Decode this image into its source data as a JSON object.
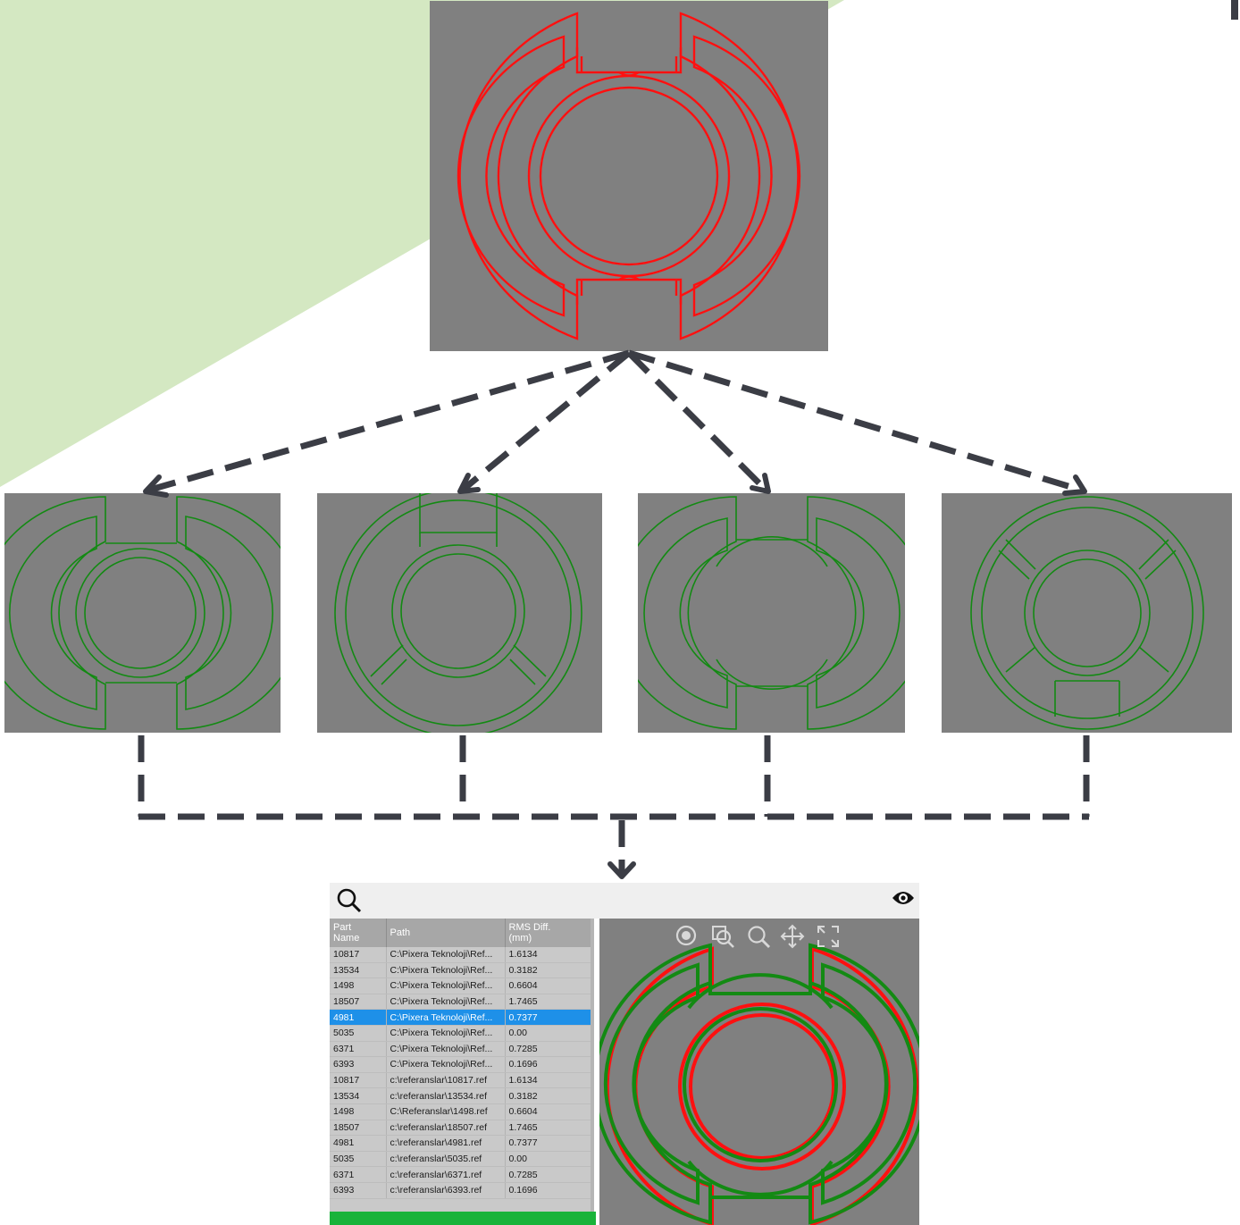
{
  "colors": {
    "background_shape": "#d4e8c2",
    "panel": "#808080",
    "reference_contour": "#ff1010",
    "candidate_contour": "#138a13",
    "arrow": "#3b3d45",
    "selected_row": "#1e90e8",
    "progress": "#19b33a"
  },
  "icons": {
    "toolbar_left": "search-icon",
    "toolbar_right": "eye-icon",
    "viewer_tools": [
      "target-icon",
      "zoom-window-icon",
      "zoom-icon",
      "pan-icon",
      "fit-icon"
    ]
  },
  "results": {
    "columns": [
      "Part\nName",
      "Path",
      "RMS Diff.\n(mm)"
    ],
    "selected_index": 4,
    "rows": [
      {
        "name": "10817",
        "path": "C:\\Pixera Teknoloji\\Ref...",
        "rms": "1.6134"
      },
      {
        "name": "13534",
        "path": "C:\\Pixera Teknoloji\\Ref...",
        "rms": "0.3182"
      },
      {
        "name": "1498",
        "path": "C:\\Pixera Teknoloji\\Ref...",
        "rms": "0.6604"
      },
      {
        "name": "18507",
        "path": "C:\\Pixera Teknoloji\\Ref...",
        "rms": "1.7465"
      },
      {
        "name": "4981",
        "path": "C:\\Pixera Teknoloji\\Ref...",
        "rms": "0.7377"
      },
      {
        "name": "5035",
        "path": "C:\\Pixera Teknoloji\\Ref...",
        "rms": "0.00"
      },
      {
        "name": "6371",
        "path": "C:\\Pixera Teknoloji\\Ref...",
        "rms": "0.7285"
      },
      {
        "name": "6393",
        "path": "C:\\Pixera Teknoloji\\Ref...",
        "rms": "0.1696"
      },
      {
        "name": "10817",
        "path": "c:\\referanslar\\10817.ref",
        "rms": "1.6134"
      },
      {
        "name": "13534",
        "path": "c:\\referanslar\\13534.ref",
        "rms": "0.3182"
      },
      {
        "name": "1498",
        "path": "C:\\Referanslar\\1498.ref",
        "rms": "0.6604"
      },
      {
        "name": "18507",
        "path": "c:\\referanslar\\18507.ref",
        "rms": "1.7465"
      },
      {
        "name": "4981",
        "path": "c:\\referanslar\\4981.ref",
        "rms": "0.7377"
      },
      {
        "name": "5035",
        "path": "c:\\referanslar\\5035.ref",
        "rms": "0.00"
      },
      {
        "name": "6371",
        "path": "c:\\referanslar\\6371.ref",
        "rms": "0.7285"
      },
      {
        "name": "6393",
        "path": "c:\\referanslar\\6393.ref",
        "rms": "0.1696"
      }
    ]
  }
}
